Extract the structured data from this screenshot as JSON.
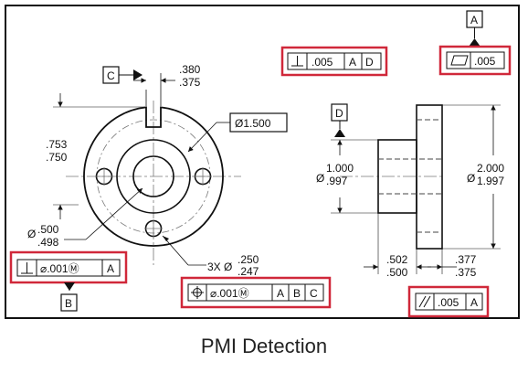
{
  "caption": "PMI Detection",
  "highlight_color": "#d0283a",
  "datums": {
    "a": "A",
    "b": "B",
    "c": "C",
    "d": "D"
  },
  "dimensions": {
    "slot_width_top": ".380",
    "slot_width_bottom": ".375",
    "flange_dia": "Ø1.500",
    "slot_depth_top": ".753",
    "slot_depth_bottom": ".750",
    "bore_dia_prefix": "Ø",
    "bore_dia_top": ".500",
    "bore_dia_bottom": ".498",
    "holes_prefix": "3X Ø",
    "holes_top": ".250",
    "holes_bottom": ".247",
    "hub_dia_prefix": "Ø",
    "hub_dia_top": "1.000",
    "hub_dia_bottom": ".997",
    "outer_dia_prefix": "Ø",
    "outer_dia_top": "2.000",
    "outer_dia_bottom": "1.997",
    "hub_len_top": ".502",
    "hub_len_bottom": ".500",
    "flange_thk_top": ".377",
    "flange_thk_bottom": ".375"
  },
  "fcf": {
    "perp_top": {
      "symbol": "perpendicularity-icon",
      "tol": ".005",
      "d1": "A",
      "d2": "D"
    },
    "flatness": {
      "symbol": "flatness-icon",
      "tol": ".005"
    },
    "perp_left": {
      "symbol": "perpendicularity-icon",
      "tol": "⌀.001Ⓜ",
      "d1": "A"
    },
    "position": {
      "symbol": "position-icon",
      "tol": "⌀.001Ⓜ",
      "d1": "A",
      "d2": "B",
      "d3": "C"
    },
    "parallel": {
      "symbol": "parallelism-icon",
      "tol": ".005",
      "d1": "A"
    }
  }
}
